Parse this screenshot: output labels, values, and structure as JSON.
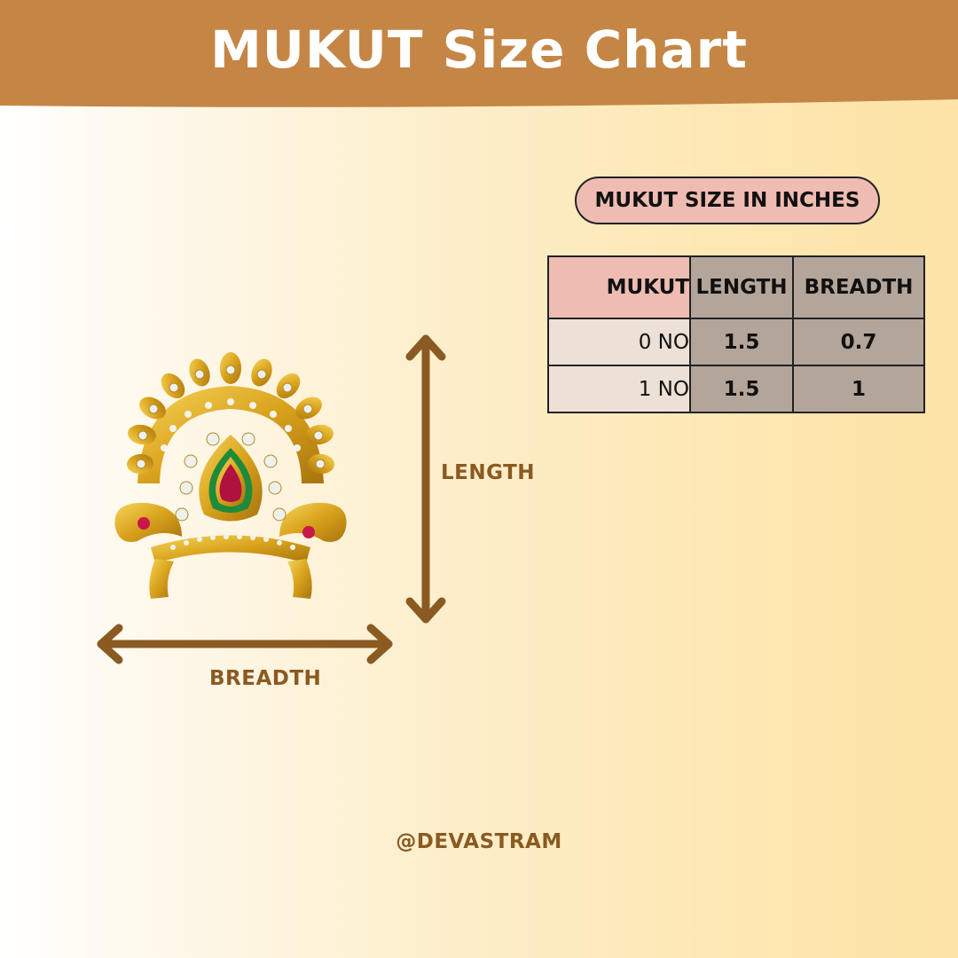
{
  "header": {
    "title": "MUKUT Size Chart"
  },
  "size_table": {
    "caption": "MUKUT SIZE IN INCHES",
    "columns": [
      "MUKUT",
      "LENGTH",
      "BREADTH"
    ],
    "rows": [
      {
        "mukut": "0 NO",
        "length": "1.5",
        "breadth": "0.7"
      },
      {
        "mukut": "1 NO",
        "length": "1.5",
        "breadth": "1"
      }
    ]
  },
  "diagram": {
    "length_label": "LENGTH",
    "breadth_label": "BREADTH"
  },
  "footer": {
    "handle": "@DEVASTRAM"
  },
  "colors": {
    "header_band": "#c58645",
    "label_brown": "#8a5a22",
    "pill_pink": "#efbcb2",
    "table_taupe": "#b4a59b",
    "table_light": "#ede0d6"
  }
}
